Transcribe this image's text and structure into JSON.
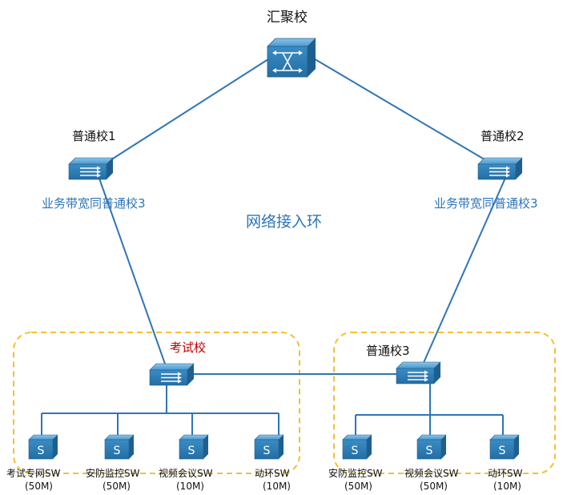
{
  "nodes": {
    "core": {
      "name": "汇聚校"
    },
    "school1": {
      "name": "普通校1",
      "note": "业务带宽同普通校3"
    },
    "school2": {
      "name": "普通校2",
      "note": "业务带宽同普通校3"
    },
    "exam_school": {
      "name": "考试校"
    },
    "school3": {
      "name": "普通校3"
    }
  },
  "ring_label": "网络接入环",
  "exam_switches": [
    {
      "name": "考试专网SW",
      "bandwidth": "(50M)",
      "highlight": true
    },
    {
      "name": "安防监控SW",
      "bandwidth": "(50M)",
      "highlight": false
    },
    {
      "name": "视频会议SW",
      "bandwidth": "(10M)",
      "highlight": false
    },
    {
      "name": "动环SW",
      "bandwidth": "(10M)",
      "highlight": false
    }
  ],
  "school3_switches": [
    {
      "name": "安防监控SW",
      "bandwidth": "(50M)",
      "highlight": false
    },
    {
      "name": "视频会议SW",
      "bandwidth": "(50M)",
      "highlight": false
    },
    {
      "name": "动环SW",
      "bandwidth": "(10M)",
      "highlight": false
    }
  ],
  "colors": {
    "link": "#2e75b6",
    "device_top": "#5fa8d6",
    "device_front": "#2f80b8",
    "device_side": "#1f5f8f",
    "group_border": "#f2c033",
    "highlight_text": "#c00000"
  },
  "icons": {
    "core": "core-switch-icon",
    "router": "router-icon",
    "access": "access-switch-icon"
  }
}
